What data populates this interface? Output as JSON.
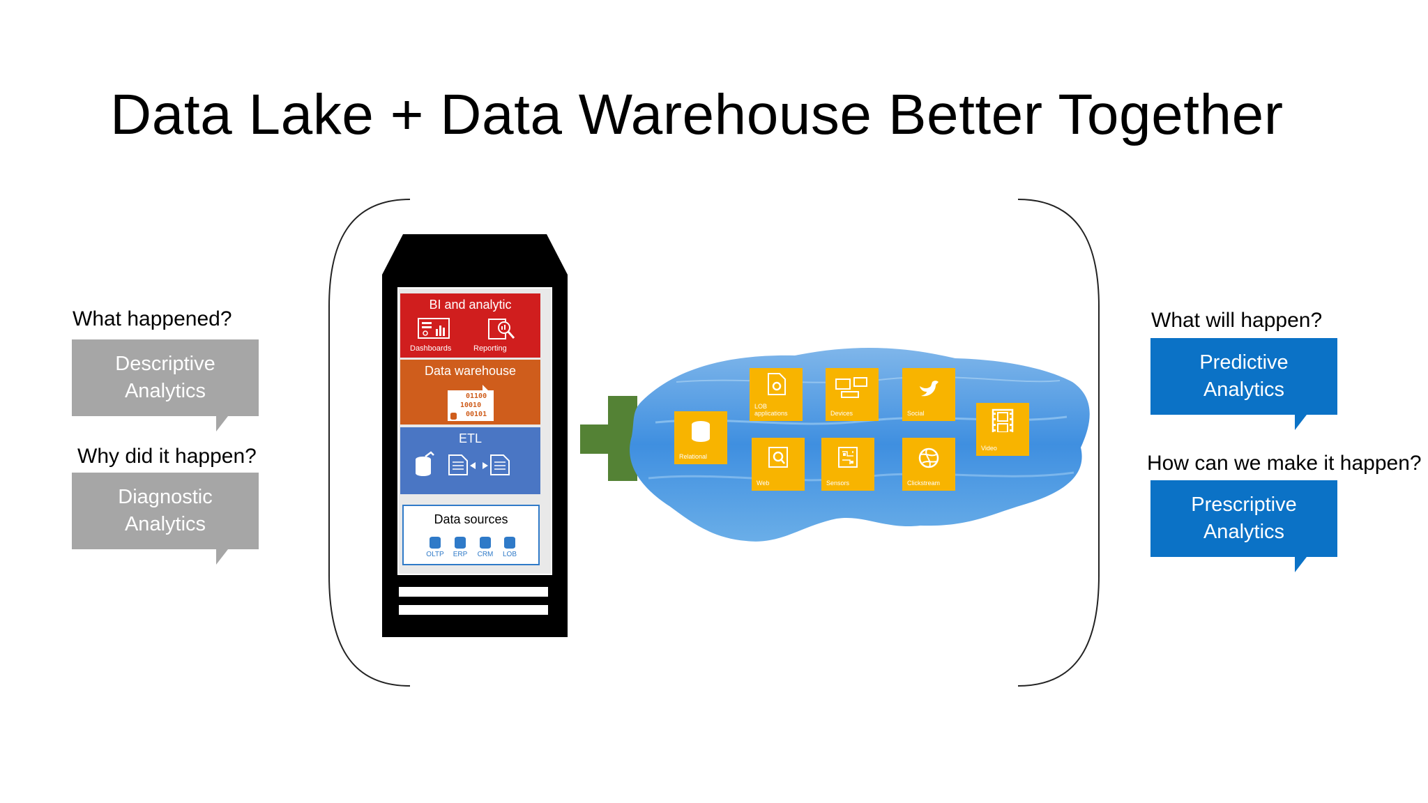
{
  "title": "Data Lake + Data Warehouse Better Together",
  "left": {
    "q1": "What happened?",
    "b1": [
      "Descriptive",
      "Analytics"
    ],
    "q2": "Why did it happen?",
    "b2": [
      "Diagnostic",
      "Analytics"
    ]
  },
  "right": {
    "q1": "What will happen?",
    "b1": [
      "Predictive",
      "Analytics"
    ],
    "q2": "How can we make it happen?",
    "b2": [
      "Prescriptive",
      "Analytics"
    ]
  },
  "warehouse": {
    "bi": {
      "title": "BI and analytic",
      "dashboards": "Dashboards",
      "reporting": "Reporting"
    },
    "dw": {
      "title": "Data warehouse",
      "bits": [
        "01100",
        "10010",
        "00101"
      ]
    },
    "etl": {
      "title": "ETL"
    },
    "sources": {
      "title": "Data sources",
      "items": [
        "OLTP",
        "ERP",
        "CRM",
        "LOB"
      ]
    }
  },
  "lake": {
    "tiles": {
      "relational": "Relational",
      "lob": [
        "LOB",
        "applications"
      ],
      "devices": "Devices",
      "social": "Social",
      "video": "Video",
      "web": "Web",
      "sensors": "Sensors",
      "clickstream": "Clickstream"
    }
  },
  "colors": {
    "bi": "#d01e1e",
    "dw": "#cf5d1c",
    "etl": "#4a76c4",
    "tile": "#f8b400",
    "plus": "#548235",
    "descriptive_bubble": "#a6a6a6",
    "predictive_bubble": "#0b72c6"
  },
  "icons": [
    "dashboard-icon",
    "report-magnifier-icon",
    "binary-file-icon",
    "database-icon",
    "document-icon",
    "arrows-icon",
    "plus-icon",
    "gear-file-icon",
    "devices-icon",
    "bird-icon",
    "film-icon",
    "web-icon",
    "sensor-chip-icon",
    "globe-icon"
  ]
}
